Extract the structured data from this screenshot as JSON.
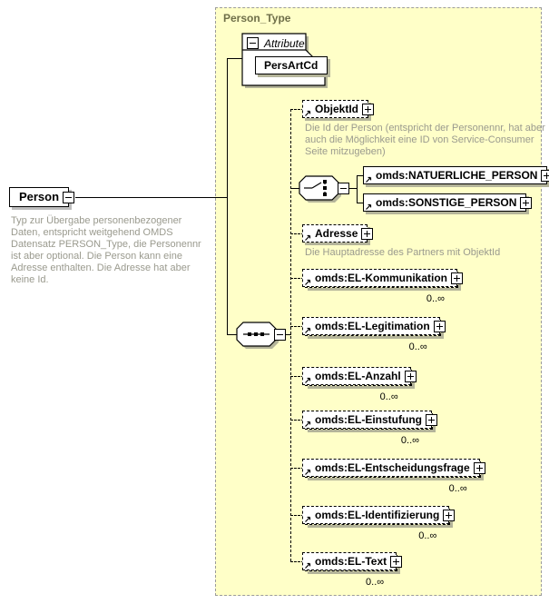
{
  "root": {
    "label": "Person",
    "annotation": "Typ zur Übergabe personenbezogener Daten, entspricht weitgehend OMDS Datensatz PERSON_Type, die Personennr ist aber optional. Die Person kann eine Adresse enthalten. Die Adresse hat aber keine Id."
  },
  "container": {
    "title": "Person_Type"
  },
  "attributes": {
    "group_label": "Attribute",
    "items": [
      {
        "label": "PersArtCd"
      }
    ]
  },
  "choice": {
    "children": [
      {
        "label": "omds:NATUERLICHE_PERSON"
      },
      {
        "label": "omds:SONSTIGE_PERSON"
      }
    ]
  },
  "elements": [
    {
      "label": "ObjektId",
      "annotation": "Die Id der Person (entspricht der Personennr, hat aber auch die Möglichkeit eine ID von Service-Consumer Seite mitzugeben)"
    },
    {
      "label": "Adresse",
      "annotation": "Die Hauptadresse des Partners mit ObjektId"
    },
    {
      "label": "omds:EL-Kommunikation",
      "cardinality": "0..∞"
    },
    {
      "label": "omds:EL-Legitimation",
      "cardinality": "0..∞"
    },
    {
      "label": "omds:EL-Anzahl",
      "cardinality": "0..∞"
    },
    {
      "label": "omds:EL-Einstufung",
      "cardinality": "0..∞"
    },
    {
      "label": "omds:EL-Entscheidungsfrage",
      "cardinality": "0..∞"
    },
    {
      "label": "omds:EL-Identifizierung",
      "cardinality": "0..∞"
    },
    {
      "label": "omds:EL-Text",
      "cardinality": "0..∞"
    }
  ],
  "icons": {
    "expand": "plus-box",
    "collapse": "minus-box",
    "reference": "arrow-up-right",
    "sequence": "sequence-dots-octagon",
    "choice": "choice-switch-octagon"
  },
  "colors": {
    "container_bg": "#ffffc8",
    "container_border": "#9b9b9b",
    "title": "#6f6f49",
    "annotation": "#9a9a8e",
    "shadow": "#b4b49a",
    "shadow_outer": "#bdbdbd"
  }
}
